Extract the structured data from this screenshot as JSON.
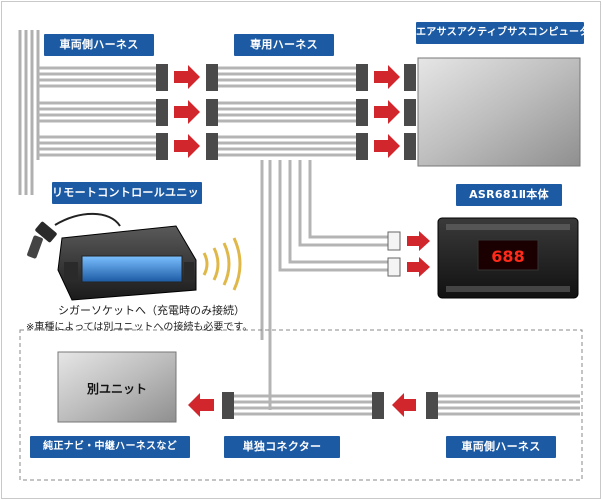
{
  "labels": {
    "vehicle_harness_top": "車両側ハーネス",
    "dedicated_harness": "専用ハーネス",
    "air_suspension_computer": "エアサスアクティブサスコンピューター",
    "remote_unit": "リモートコントロールユニット",
    "asr_unit": "ASR681Ⅱ本体",
    "cigar_socket_note": "シガーソケットへ（充電時のみ接続）",
    "vehicle_model_note": "※車種によっては別ユニットへの接続も必要です。",
    "separate_unit": "別ユニット",
    "genuine_navi_harness": "純正ナビ・中継ハーネスなど",
    "standalone_connector": "単独コネクター",
    "vehicle_harness_bottom": "車両側ハーネス",
    "display_digits": "688"
  },
  "colors": {
    "tag_blue": "#1c5aa3",
    "arrow_red": "#d0262c",
    "wire_gray": "#b4b4b4",
    "connector_dark": "#4a4a4a",
    "display_red": "#ff2a1a",
    "remote_screen_blue": "#3c8fe0"
  },
  "icons": [
    "arrow-right-icon",
    "arrow-left-icon",
    "signal-waves-icon",
    "cigar-plug-icon"
  ]
}
